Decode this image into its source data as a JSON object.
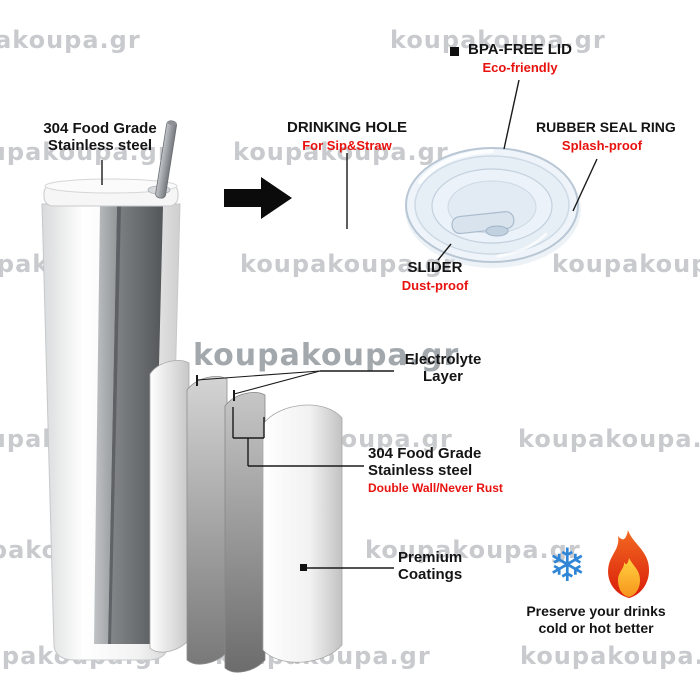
{
  "watermark": {
    "text": "koupakoupa.gr"
  },
  "colors": {
    "accent_red": "#e8120f",
    "line_black": "#1a1a1a",
    "snowflake_blue": "#2f86d6",
    "flame_red": "#da1c0a",
    "flame_orange": "#f7941d",
    "lid_plastic_blue": "#e6eef6"
  },
  "icons": {
    "snowflake_glyph": "❄",
    "arrow": "arrow-right-icon",
    "flame": "flame-icon",
    "bullet": "bullet-square-icon"
  },
  "annotations": {
    "steel_top": {
      "line1": "304 Food Grade",
      "line2": "Stainless steel"
    },
    "bpa_lid": {
      "title": "BPA-FREE LID",
      "subtitle": "Eco-friendly"
    },
    "drinking_hole": {
      "title": "DRINKING HOLE",
      "subtitle": "For Sip&Straw"
    },
    "seal_ring": {
      "title": "RUBBER SEAL RING",
      "subtitle": "Splash-proof"
    },
    "slider": {
      "title": "SLIDER",
      "subtitle": "Dust-proof"
    },
    "electrolyte": {
      "line1": "Electrolyte",
      "line2": "Layer"
    },
    "double_wall": {
      "line1": "304 Food Grade",
      "line2": "Stainless steel",
      "subtitle": "Double Wall/Never Rust"
    },
    "coatings": {
      "line1": "Premium",
      "line2": "Coatings"
    },
    "preserve": {
      "line1": "Preserve your drinks",
      "line2": "cold or hot better"
    }
  }
}
